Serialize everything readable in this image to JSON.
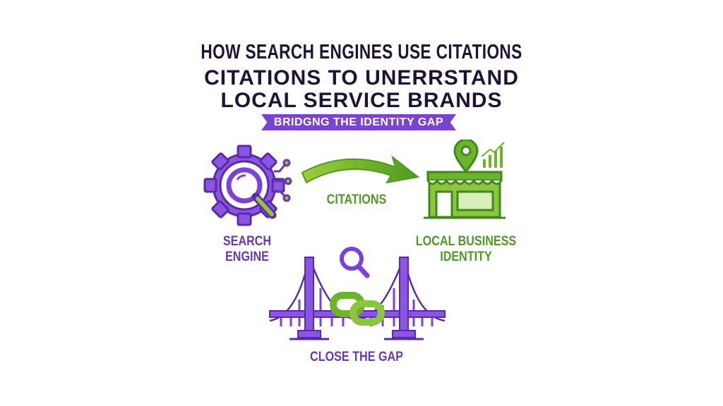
{
  "title": {
    "line1": "HOW SEARCH ENGINES USE CITATIONS",
    "line2": "CITATIONS TO UNERRSTAND",
    "line3": "LOCAL SERVICE BRANDS"
  },
  "subtitle_banner": "BRIDGNG THE IDENTITY GAP",
  "nodes": {
    "search_engine": "SEARCH ENGINE",
    "citations": "CITATIONS",
    "local_business": "LOCAL BUSINESS IDENTITY",
    "close_gap": "CLOSE THE GAP"
  },
  "colors": {
    "navy": "#1f1236",
    "purple": "#7c42d6",
    "green": "#5aa82a",
    "lightgreen": "#8cc63f"
  }
}
